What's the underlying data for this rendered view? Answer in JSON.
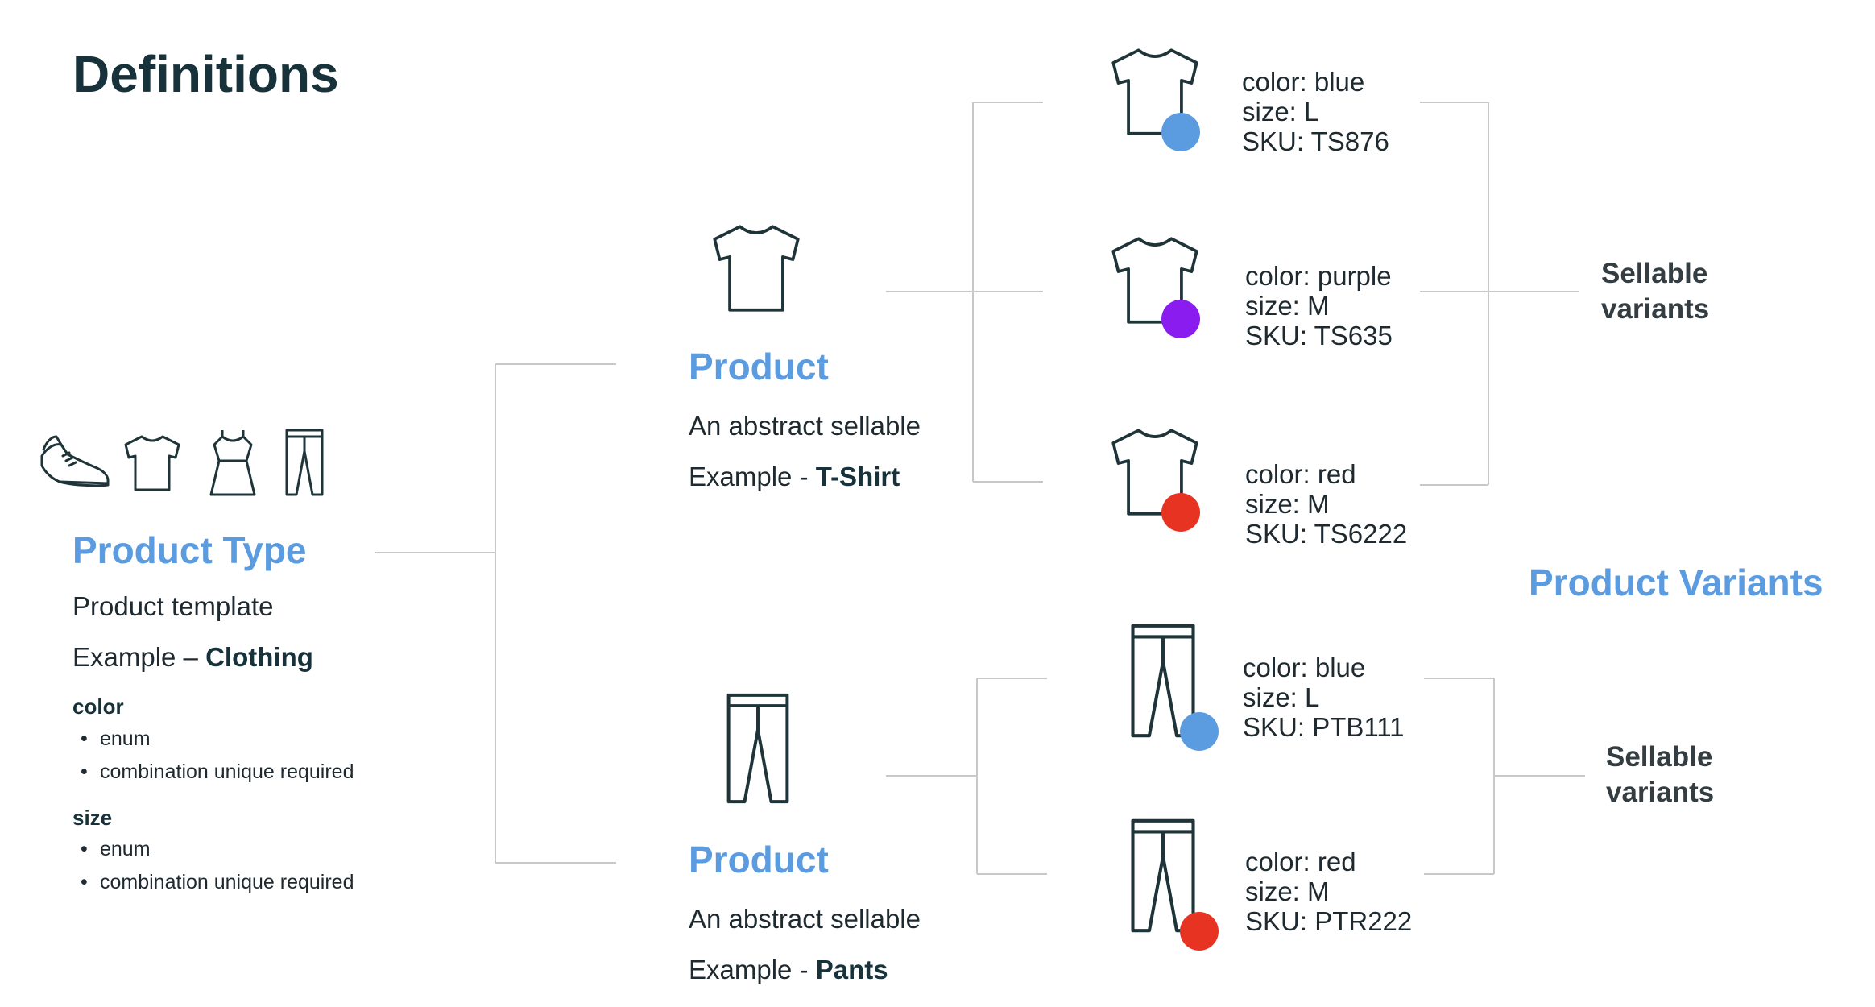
{
  "title": "Definitions",
  "product_type": {
    "icons": [
      "shoe-icon",
      "tshirt-icon",
      "dress-icon",
      "pants-icon"
    ],
    "heading": "Product Type",
    "description": "Product template",
    "example_prefix": "Example –",
    "example_value": "Clothing",
    "attributes": [
      {
        "name": "color",
        "items": [
          "enum",
          "combination unique required"
        ]
      },
      {
        "name": "size",
        "items": [
          "enum",
          "combination unique required"
        ]
      }
    ]
  },
  "products": [
    {
      "icon": "tshirt-icon",
      "heading": "Product",
      "description": "An abstract sellable",
      "example_prefix": "Example -",
      "example_value": "T-Shirt"
    },
    {
      "icon": "pants-icon",
      "heading": "Product",
      "description": "An abstract sellable",
      "example_prefix": "Example -",
      "example_value": "Pants"
    }
  ],
  "variants": [
    {
      "icon": "tshirt-icon",
      "color_label": "color: blue",
      "size_label": "size: L",
      "sku_label": "SKU: TS876",
      "swatch": "#5b9be0"
    },
    {
      "icon": "tshirt-icon",
      "color_label": "color: purple",
      "size_label": "size: M",
      "sku_label": "SKU: TS635",
      "swatch": "#8a1cf0"
    },
    {
      "icon": "tshirt-icon",
      "color_label": "color: red",
      "size_label": "size: M",
      "sku_label": "SKU: TS6222",
      "swatch": "#e63322"
    },
    {
      "icon": "pants-icon",
      "color_label": "color: blue",
      "size_label": "size: L",
      "sku_label": "SKU: PTB111",
      "swatch": "#5b9be0"
    },
    {
      "icon": "pants-icon",
      "color_label": "color: red",
      "size_label": "size: M",
      "sku_label": "SKU: PTR222",
      "swatch": "#e63322"
    }
  ],
  "sellable_groups": [
    {
      "line1": "Sellable",
      "line2": "variants"
    },
    {
      "line1": "Sellable",
      "line2": "variants"
    }
  ],
  "product_variants_heading": "Product Variants",
  "colors": {
    "accent": "#5b9be0",
    "connector": "#c8c8c8",
    "icon_stroke": "#1f3438"
  }
}
